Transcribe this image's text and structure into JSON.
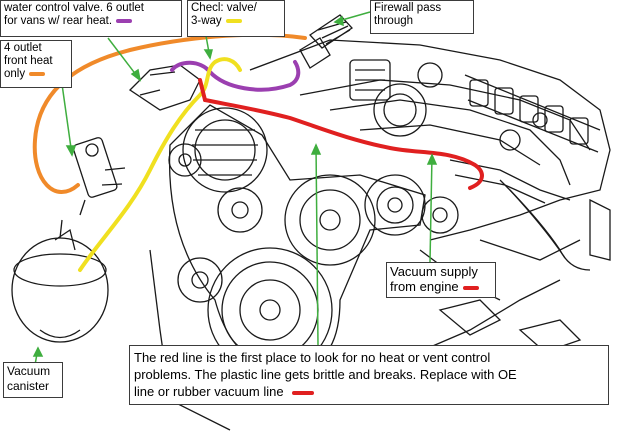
{
  "colors": {
    "orange": "#f08a2a",
    "purple": "#9b3fb0",
    "yellow": "#f0e020",
    "red": "#e02020",
    "green": "#3fae3f",
    "ink": "#1a1a1a"
  },
  "labels": {
    "water_valve_line1": "water control valve. 6 outlet",
    "water_valve_line2": "for vans w/ rear heat.",
    "check_valve_line1": "Checl: valve/",
    "check_valve_line2": "3-way",
    "firewall_line1": "Firewall pass",
    "firewall_line2": "through",
    "front_heat_line1": "4 outlet",
    "front_heat_line2": "front heat",
    "front_heat_line3": "only",
    "vacuum_supply_line1": "Vacuum supply",
    "vacuum_supply_line2": "from engine",
    "canister_line1": "Vacuum",
    "canister_line2": "canister",
    "note_line1": "The red line is the first place to look for no heat or vent control",
    "note_line2": "problems. The plastic line gets brittle and breaks. Replace with OE",
    "note_line3": "line or rubber vacuum line"
  }
}
